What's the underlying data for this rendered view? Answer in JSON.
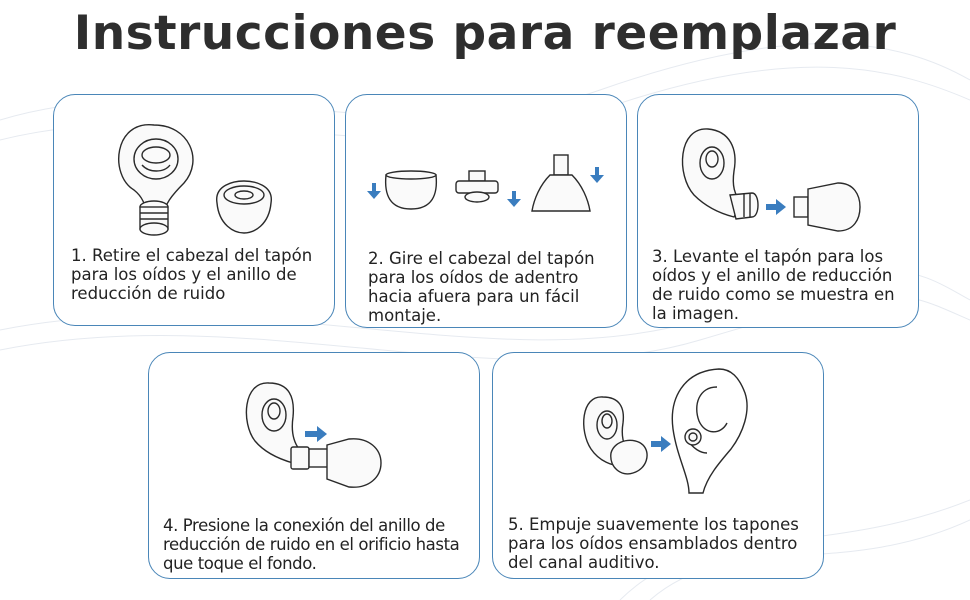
{
  "title": "Instrucciones para reemplazar",
  "accent_color": "#3a7dbf",
  "border_color": "#4a86b8",
  "steps": [
    {
      "lines": [
        "1. Retire el cabezal del tapón",
        "para los oídos y el anillo de",
        "reducción de ruido"
      ]
    },
    {
      "lines": [
        "2. Gire el cabezal del tapón",
        "para los oídos de adentro",
        "hacia afuera para un fácil",
        "montaje."
      ]
    },
    {
      "lines": [
        "3. Levante el tapón para los",
        "oídos y el anillo de reducción",
        "de ruido como se muestra en",
        "la imagen."
      ]
    },
    {
      "lines": [
        "4. Presione la conexión del anillo de",
        "reducción de ruido en el orificio hasta",
        "que toque el fondo."
      ]
    },
    {
      "lines": [
        "5. Empuje suavemente los tapones",
        "para los oídos ensamblados dentro",
        "del canal auditivo."
      ]
    }
  ]
}
